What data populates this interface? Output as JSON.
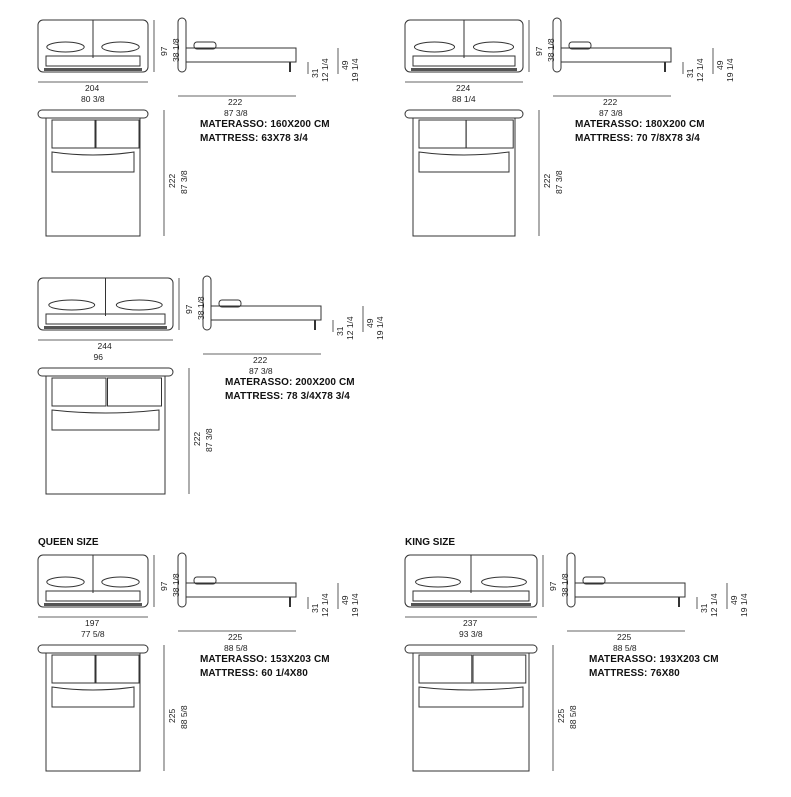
{
  "sections": {
    "queen": "QUEEN SIZE",
    "king": "KING SIZE"
  },
  "beds": [
    {
      "id": "bed-160",
      "front_width_cm": "204",
      "front_width_in": "80 3/8",
      "height_cm": "97",
      "height_in": "38 1/8",
      "side_length_cm": "222",
      "side_length_in": "87 3/8",
      "frame_height_cm": "31",
      "frame_height_in": "12 1/4",
      "mattress_top_cm": "49",
      "mattress_top_in": "19 1/4",
      "plan_length_cm": "222",
      "plan_length_in": "87 3/8",
      "materasso": "MATERASSO: 160X200 CM",
      "mattress": "MATTRESS: 63X78 3/4"
    },
    {
      "id": "bed-180",
      "front_width_cm": "224",
      "front_width_in": "88 1/4",
      "height_cm": "97",
      "height_in": "38 1/8",
      "side_length_cm": "222",
      "side_length_in": "87 3/8",
      "frame_height_cm": "31",
      "frame_height_in": "12 1/4",
      "mattress_top_cm": "49",
      "mattress_top_in": "19 1/4",
      "plan_length_cm": "222",
      "plan_length_in": "87 3/8",
      "materasso": "MATERASSO: 180X200 CM",
      "mattress": "MATTRESS: 70 7/8X78 3/4"
    },
    {
      "id": "bed-200",
      "front_width_cm": "244",
      "front_width_in": "96",
      "height_cm": "97",
      "height_in": "38 1/8",
      "side_length_cm": "222",
      "side_length_in": "87 3/8",
      "frame_height_cm": "31",
      "frame_height_in": "12 1/4",
      "mattress_top_cm": "49",
      "mattress_top_in": "19 1/4",
      "plan_length_cm": "222",
      "plan_length_in": "87 3/8",
      "materasso": "MATERASSO: 200X200 CM",
      "mattress": "MATTRESS: 78 3/4X78 3/4"
    },
    {
      "id": "bed-queen",
      "front_width_cm": "197",
      "front_width_in": "77 5/8",
      "height_cm": "97",
      "height_in": "38 1/8",
      "side_length_cm": "225",
      "side_length_in": "88 5/8",
      "frame_height_cm": "31",
      "frame_height_in": "12 1/4",
      "mattress_top_cm": "49",
      "mattress_top_in": "19 1/4",
      "plan_length_cm": "225",
      "plan_length_in": "88 5/8",
      "materasso": "MATERASSO: 153X203 CM",
      "mattress": "MATTRESS: 60 1/4X80"
    },
    {
      "id": "bed-king",
      "front_width_cm": "237",
      "front_width_in": "93 3/8",
      "height_cm": "97",
      "height_in": "38 1/8",
      "side_length_cm": "225",
      "side_length_in": "88 5/8",
      "frame_height_cm": "31",
      "frame_height_in": "12 1/4",
      "mattress_top_cm": "49",
      "mattress_top_in": "19 1/4",
      "plan_length_cm": "225",
      "plan_length_in": "88 5/8",
      "materasso": "MATERASSO: 193X203 CM",
      "mattress": "MATTRESS: 76X80"
    }
  ]
}
